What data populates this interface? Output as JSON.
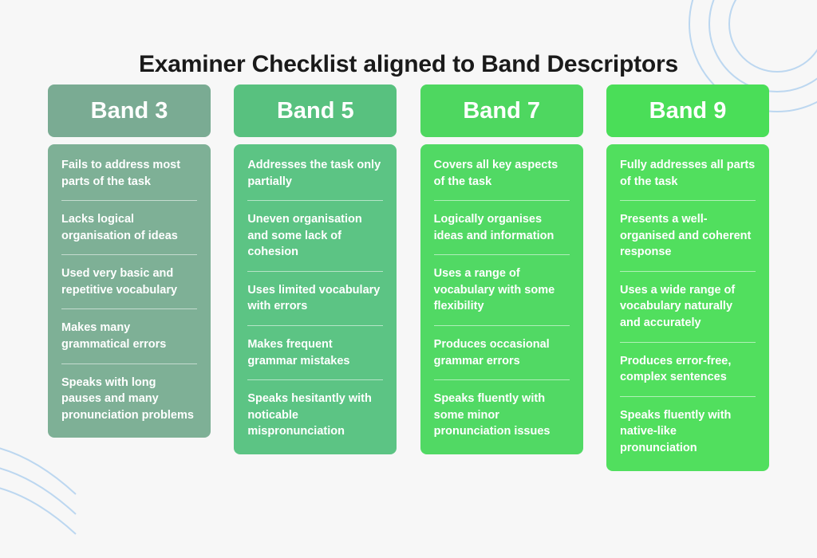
{
  "title": "Examiner Checklist aligned to Band Descriptors",
  "theme": {
    "background": "#f7f7f7",
    "title_color": "#1a1a1a",
    "decoration_stroke": "#bcd7f0"
  },
  "columns": [
    {
      "band_label": "Band 3",
      "header_color": "#7aab93",
      "body_color": "#7eb096",
      "items": [
        "Fails to address most parts of the task",
        "Lacks logical organisation of ideas",
        "Used very basic and repetitive vocabulary",
        "Makes many grammatical errors",
        "Speaks with long pauses and many pronunciation problems"
      ]
    },
    {
      "band_label": "Band 5",
      "header_color": "#58c17f",
      "body_color": "#5cc484",
      "items": [
        "Addresses the task only partially",
        "Uneven organisation and some lack of cohesion",
        "Uses limited vocabulary with errors",
        "Makes frequent grammar mistakes",
        "Speaks hesitantly with noticable mispronunciation"
      ]
    },
    {
      "band_label": "Band 7",
      "header_color": "#4ed760",
      "body_color": "#51d964",
      "items": [
        "Covers all key aspects of the task",
        "Logically organises ideas and information",
        "Uses a range of vocabulary with some flexibility",
        "Produces occasional grammar errors",
        "Speaks fluently with some minor pronunciation issues"
      ]
    },
    {
      "band_label": "Band 9",
      "header_color": "#4ade58",
      "body_color": "#51df5e",
      "items": [
        "Fully addresses all parts of the task",
        "Presents a well-organised and coherent response",
        "Uses a wide range of vocabulary naturally and accurately",
        "Produces error-free, complex sentences",
        "Speaks fluently with native-like pronunciation"
      ]
    }
  ]
}
